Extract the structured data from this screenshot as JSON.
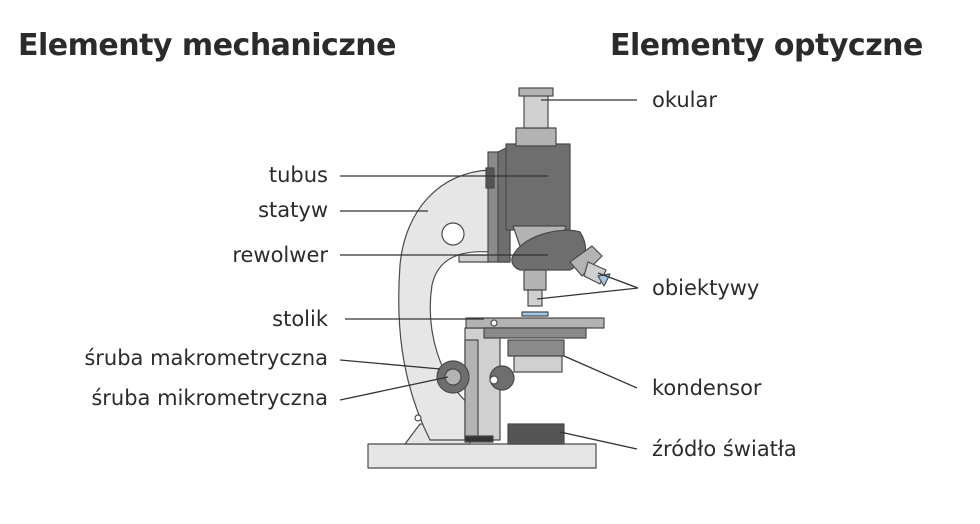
{
  "headings": {
    "mechanical": "Elementy mechaniczne",
    "optical": "Elementy optyczne"
  },
  "labels": {
    "tubus": "tubus",
    "statyw": "statyw",
    "rewolwer": "rewolwer",
    "stolik": "stolik",
    "sruba_makro": "śruba makrometryczna",
    "sruba_mikro": "śruba mikrometryczna",
    "okular": "okular",
    "obiektywy": "obiektywy",
    "kondensor": "kondensor",
    "zrodlo": "źródło światła"
  },
  "colors": {
    "text": "#2b2b2b",
    "light_gray": "#e6e6e6",
    "mid_gray": "#b3b3b3",
    "dark_gray": "#6e6e6e",
    "outline": "#4a4a4a",
    "lens_blue": "#9fc8e8"
  }
}
